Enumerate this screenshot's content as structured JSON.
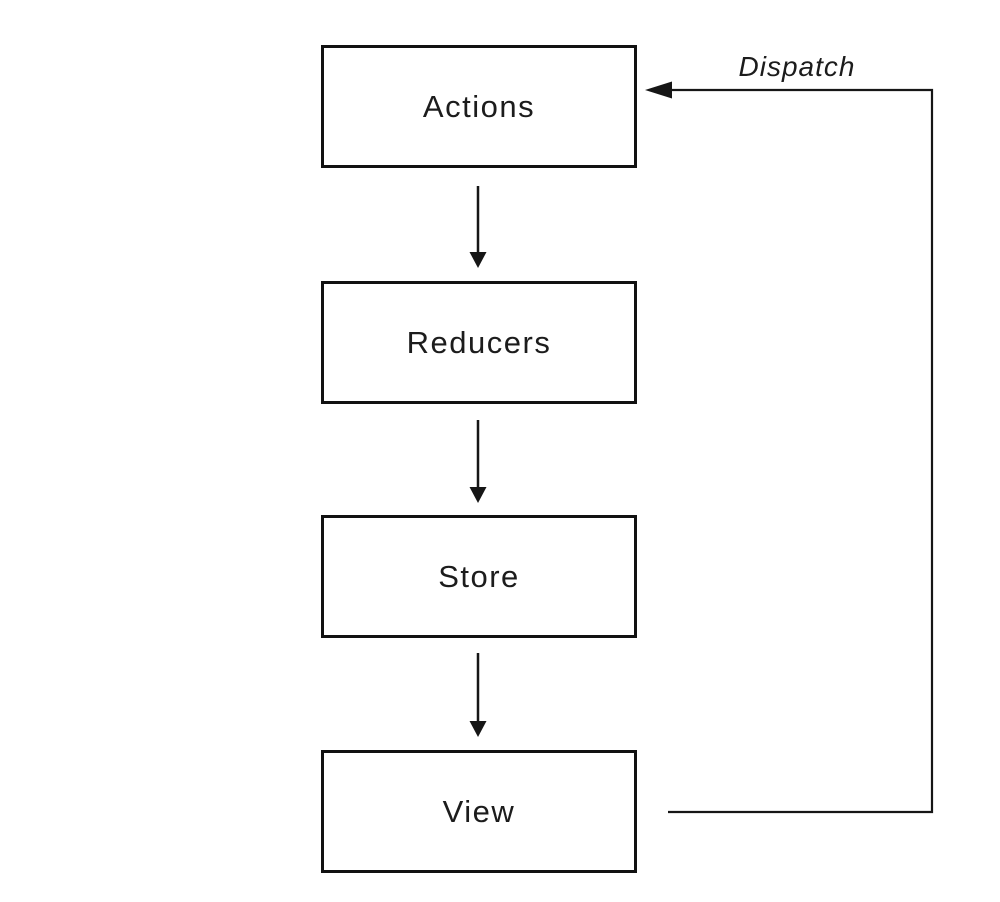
{
  "diagram": {
    "nodes": [
      {
        "id": "actions",
        "label": "Actions"
      },
      {
        "id": "reducers",
        "label": "Reducers"
      },
      {
        "id": "store",
        "label": "Store"
      },
      {
        "id": "view",
        "label": "View"
      }
    ],
    "edges": [
      {
        "from": "Actions",
        "to": "Reducers",
        "label": ""
      },
      {
        "from": "Reducers",
        "to": "Store",
        "label": ""
      },
      {
        "from": "Store",
        "to": "View",
        "label": ""
      },
      {
        "from": "View",
        "to": "Actions",
        "label": "Dispatch"
      }
    ],
    "colors": {
      "background": "#ffffff",
      "line": "#161616",
      "text": "#1c1c1c"
    }
  }
}
